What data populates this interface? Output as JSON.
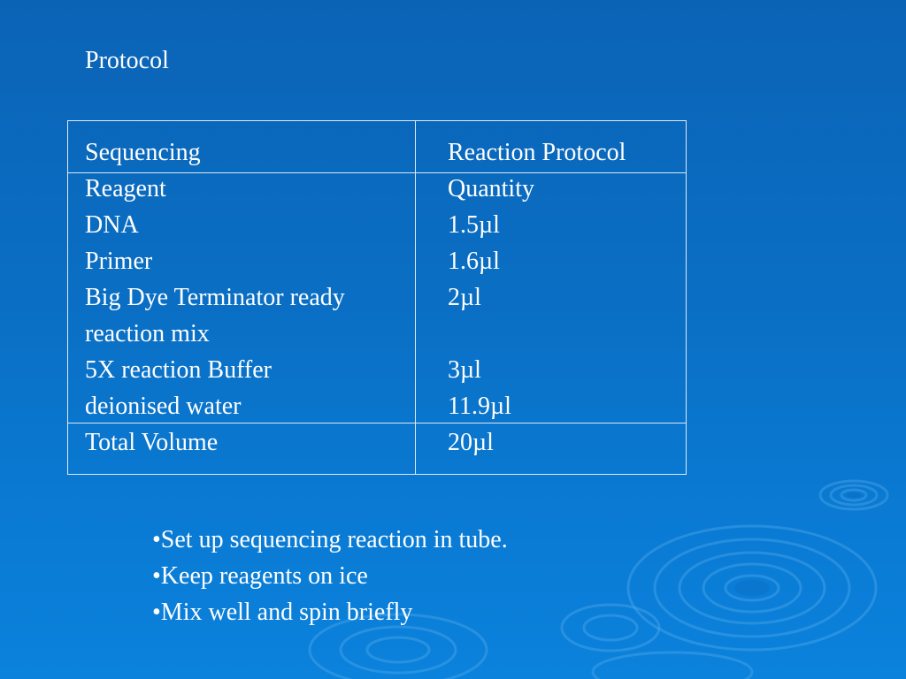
{
  "slide": {
    "title": "Protocol"
  },
  "table": {
    "header": {
      "left": "Sequencing",
      "right": "Reaction Protocol"
    },
    "body_left": [
      "Reagent",
      "DNA",
      "Primer",
      "Big Dye Terminator ready",
      "reaction mix",
      "5X reaction Buffer",
      "deionised water"
    ],
    "body_right": [
      "Quantity",
      "1.5µl",
      "1.6µl",
      "2µl",
      "",
      "3µl",
      "11.9µl"
    ],
    "footer": {
      "left": "Total Volume",
      "right": "20µl"
    }
  },
  "bullets": [
    "•Set up sequencing reaction in tube.",
    "•Keep reagents on ice",
    "•Mix well and spin briefly"
  ],
  "colors": {
    "background_top": "#0b63b6",
    "background_bottom": "#0b82dc",
    "text": "#ffffff",
    "table_border": "#dce9f7"
  }
}
